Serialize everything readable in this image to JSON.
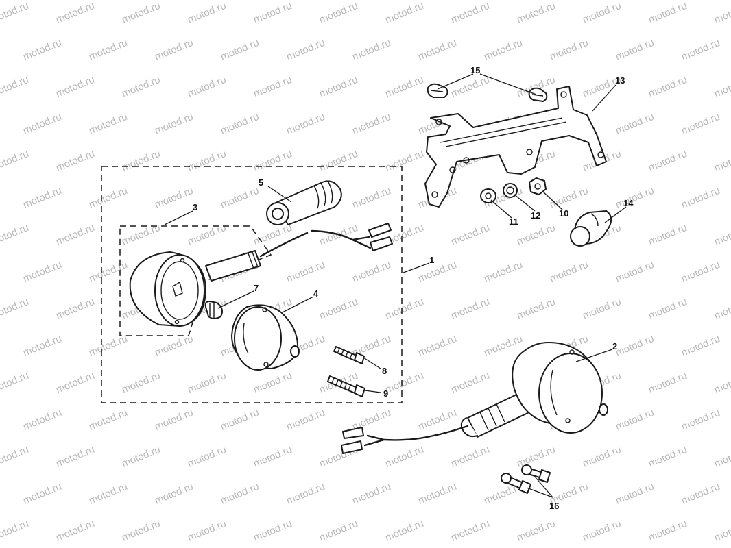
{
  "watermark": {
    "text": "motod.ru",
    "color": "#b9b9b9"
  },
  "callouts": {
    "c1": "1",
    "c2": "2",
    "c3": "3",
    "c4": "4",
    "c5": "5",
    "c7": "7",
    "c8": "8",
    "c9": "9",
    "c10": "10",
    "c11": "11",
    "c12": "12",
    "c13": "13",
    "c14": "14",
    "c15": "15",
    "c16": "16"
  },
  "parts": [
    {
      "id": "1",
      "name": "turn-signal-assembly-front-left",
      "icon": "turn-signal-icon"
    },
    {
      "id": "2",
      "name": "turn-signal-assembly-front-right",
      "icon": "turn-signal-icon"
    },
    {
      "id": "3",
      "name": "signal-housing",
      "icon": "housing-icon"
    },
    {
      "id": "4",
      "name": "signal-lens",
      "icon": "lens-icon"
    },
    {
      "id": "5",
      "name": "rubber-boot",
      "icon": "boot-icon"
    },
    {
      "id": "7",
      "name": "bulb",
      "icon": "bulb-icon"
    },
    {
      "id": "8",
      "name": "screw",
      "icon": "screw-icon"
    },
    {
      "id": "9",
      "name": "screw",
      "icon": "screw-icon"
    },
    {
      "id": "10",
      "name": "nut",
      "icon": "nut-icon"
    },
    {
      "id": "11",
      "name": "flat-washer",
      "icon": "washer-icon"
    },
    {
      "id": "12",
      "name": "lock-washer",
      "icon": "washer-icon"
    },
    {
      "id": "13",
      "name": "mounting-bracket",
      "icon": "bracket-icon"
    },
    {
      "id": "14",
      "name": "grommet",
      "icon": "grommet-icon"
    },
    {
      "id": "15",
      "name": "cable-clip",
      "icon": "clip-icon"
    },
    {
      "id": "16",
      "name": "bolt",
      "icon": "bolt-icon"
    }
  ]
}
